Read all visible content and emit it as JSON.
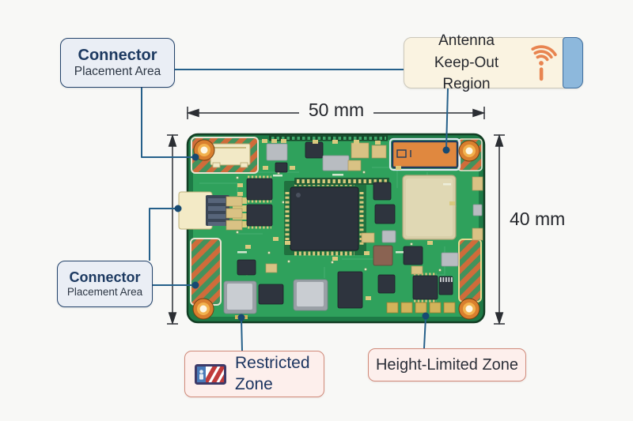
{
  "callouts": {
    "connector_top": {
      "line1": "Connector",
      "line2": "Placement Area"
    },
    "connector_left": {
      "line1": "Connector",
      "line2": "Placement Area"
    },
    "antenna": {
      "line1": "Antenna",
      "line2": "Keep-Out Region"
    },
    "restricted": {
      "line1": "Restricted",
      "line2": "Zone"
    },
    "height_limited": {
      "label": "Height-Limited Zone"
    }
  },
  "dimensions": {
    "width": "50 mm",
    "height": "40 mm"
  },
  "icons": {
    "antenna": "wifi-antenna-icon",
    "restricted": "restricted-area-badge-icon"
  },
  "colors": {
    "callout_line": "#25608a",
    "board_green": "#2fa15c",
    "board_rim": "#1e7a46",
    "hatch_orange": "#cf6c3a",
    "hatch_green": "#43925c",
    "antenna_zone_orange": "#e0883f",
    "mount_hole_orange": "#d97f2e",
    "connector_box_fill": "#eaeef5",
    "connector_box_border": "#24436b",
    "label_navy": "#1d3a61",
    "keepout_box_cream": "#faf3e1",
    "keepout_cap_blue": "#8db8dc",
    "zone_box_pink": "#fdefec",
    "zone_box_border": "#d08a7a",
    "dimension_text": "#24262b"
  }
}
